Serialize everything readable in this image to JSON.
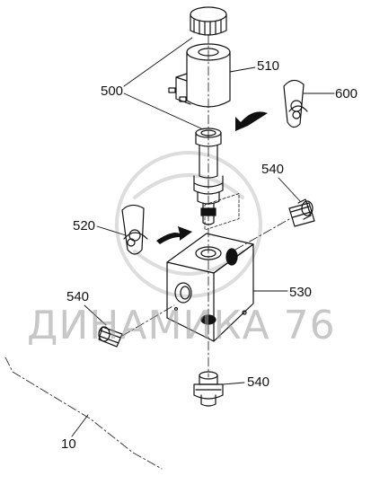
{
  "callouts": {
    "c500": "500",
    "c510": "510",
    "c600": "600",
    "c540_right": "540",
    "c520": "520",
    "c530": "530",
    "c540_left": "540",
    "c540_bottom": "540",
    "c10": "10"
  },
  "watermark": "ДИНАМИКА 76"
}
